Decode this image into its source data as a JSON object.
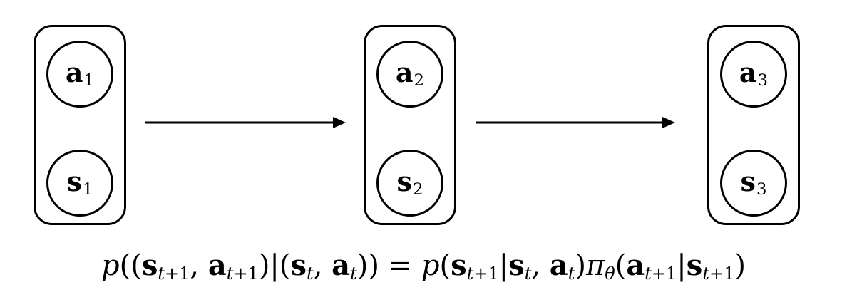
{
  "colors": {
    "ink": "#000000",
    "background": "#ffffff"
  },
  "diagram": {
    "timesteps": [
      {
        "top": {
          "base": "a",
          "sub": "1"
        },
        "bottom": {
          "base": "s",
          "sub": "1"
        }
      },
      {
        "top": {
          "base": "a",
          "sub": "2"
        },
        "bottom": {
          "base": "s",
          "sub": "2"
        }
      },
      {
        "top": {
          "base": "a",
          "sub": "3"
        },
        "bottom": {
          "base": "s",
          "sub": "3"
        }
      }
    ],
    "arrows": [
      {
        "from": "timestep-1",
        "to": "timestep-2"
      },
      {
        "from": "timestep-2",
        "to": "timestep-3"
      }
    ]
  },
  "formula": {
    "plain": "p((s_{t+1}, a_{t+1})|(s_t, a_t)) = p(s_{t+1}|s_t, a_t)π_θ(a_{t+1}|s_{t+1})",
    "tokens": [
      {
        "t": "p",
        "s": "it"
      },
      {
        "t": "((",
        "s": "rm"
      },
      {
        "t": "s",
        "s": "bf"
      },
      {
        "t": "t",
        "s": "sub-it"
      },
      {
        "t": "+1",
        "s": "sub-rm"
      },
      {
        "t": ", ",
        "s": "rm"
      },
      {
        "t": "a",
        "s": "bf"
      },
      {
        "t": "t",
        "s": "sub-it"
      },
      {
        "t": "+1",
        "s": "sub-rm"
      },
      {
        "t": ")|(",
        "s": "rm"
      },
      {
        "t": "s",
        "s": "bf"
      },
      {
        "t": "t",
        "s": "sub-it"
      },
      {
        "t": ", ",
        "s": "rm"
      },
      {
        "t": "a",
        "s": "bf"
      },
      {
        "t": "t",
        "s": "sub-it"
      },
      {
        "t": ")) = ",
        "s": "rm"
      },
      {
        "t": "p",
        "s": "it"
      },
      {
        "t": "(",
        "s": "rm"
      },
      {
        "t": "s",
        "s": "bf"
      },
      {
        "t": "t",
        "s": "sub-it"
      },
      {
        "t": "+1",
        "s": "sub-rm"
      },
      {
        "t": "|",
        "s": "rm"
      },
      {
        "t": "s",
        "s": "bf"
      },
      {
        "t": "t",
        "s": "sub-it"
      },
      {
        "t": ", ",
        "s": "rm"
      },
      {
        "t": "a",
        "s": "bf"
      },
      {
        "t": "t",
        "s": "sub-it"
      },
      {
        "t": ")",
        "s": "rm"
      },
      {
        "t": "π",
        "s": "it"
      },
      {
        "t": "θ",
        "s": "sub-it"
      },
      {
        "t": "(",
        "s": "rm"
      },
      {
        "t": "a",
        "s": "bf"
      },
      {
        "t": "t",
        "s": "sub-it"
      },
      {
        "t": "+1",
        "s": "sub-rm"
      },
      {
        "t": "|",
        "s": "rm"
      },
      {
        "t": "s",
        "s": "bf"
      },
      {
        "t": "t",
        "s": "sub-it"
      },
      {
        "t": "+1",
        "s": "sub-rm"
      },
      {
        "t": ")",
        "s": "rm"
      }
    ]
  }
}
